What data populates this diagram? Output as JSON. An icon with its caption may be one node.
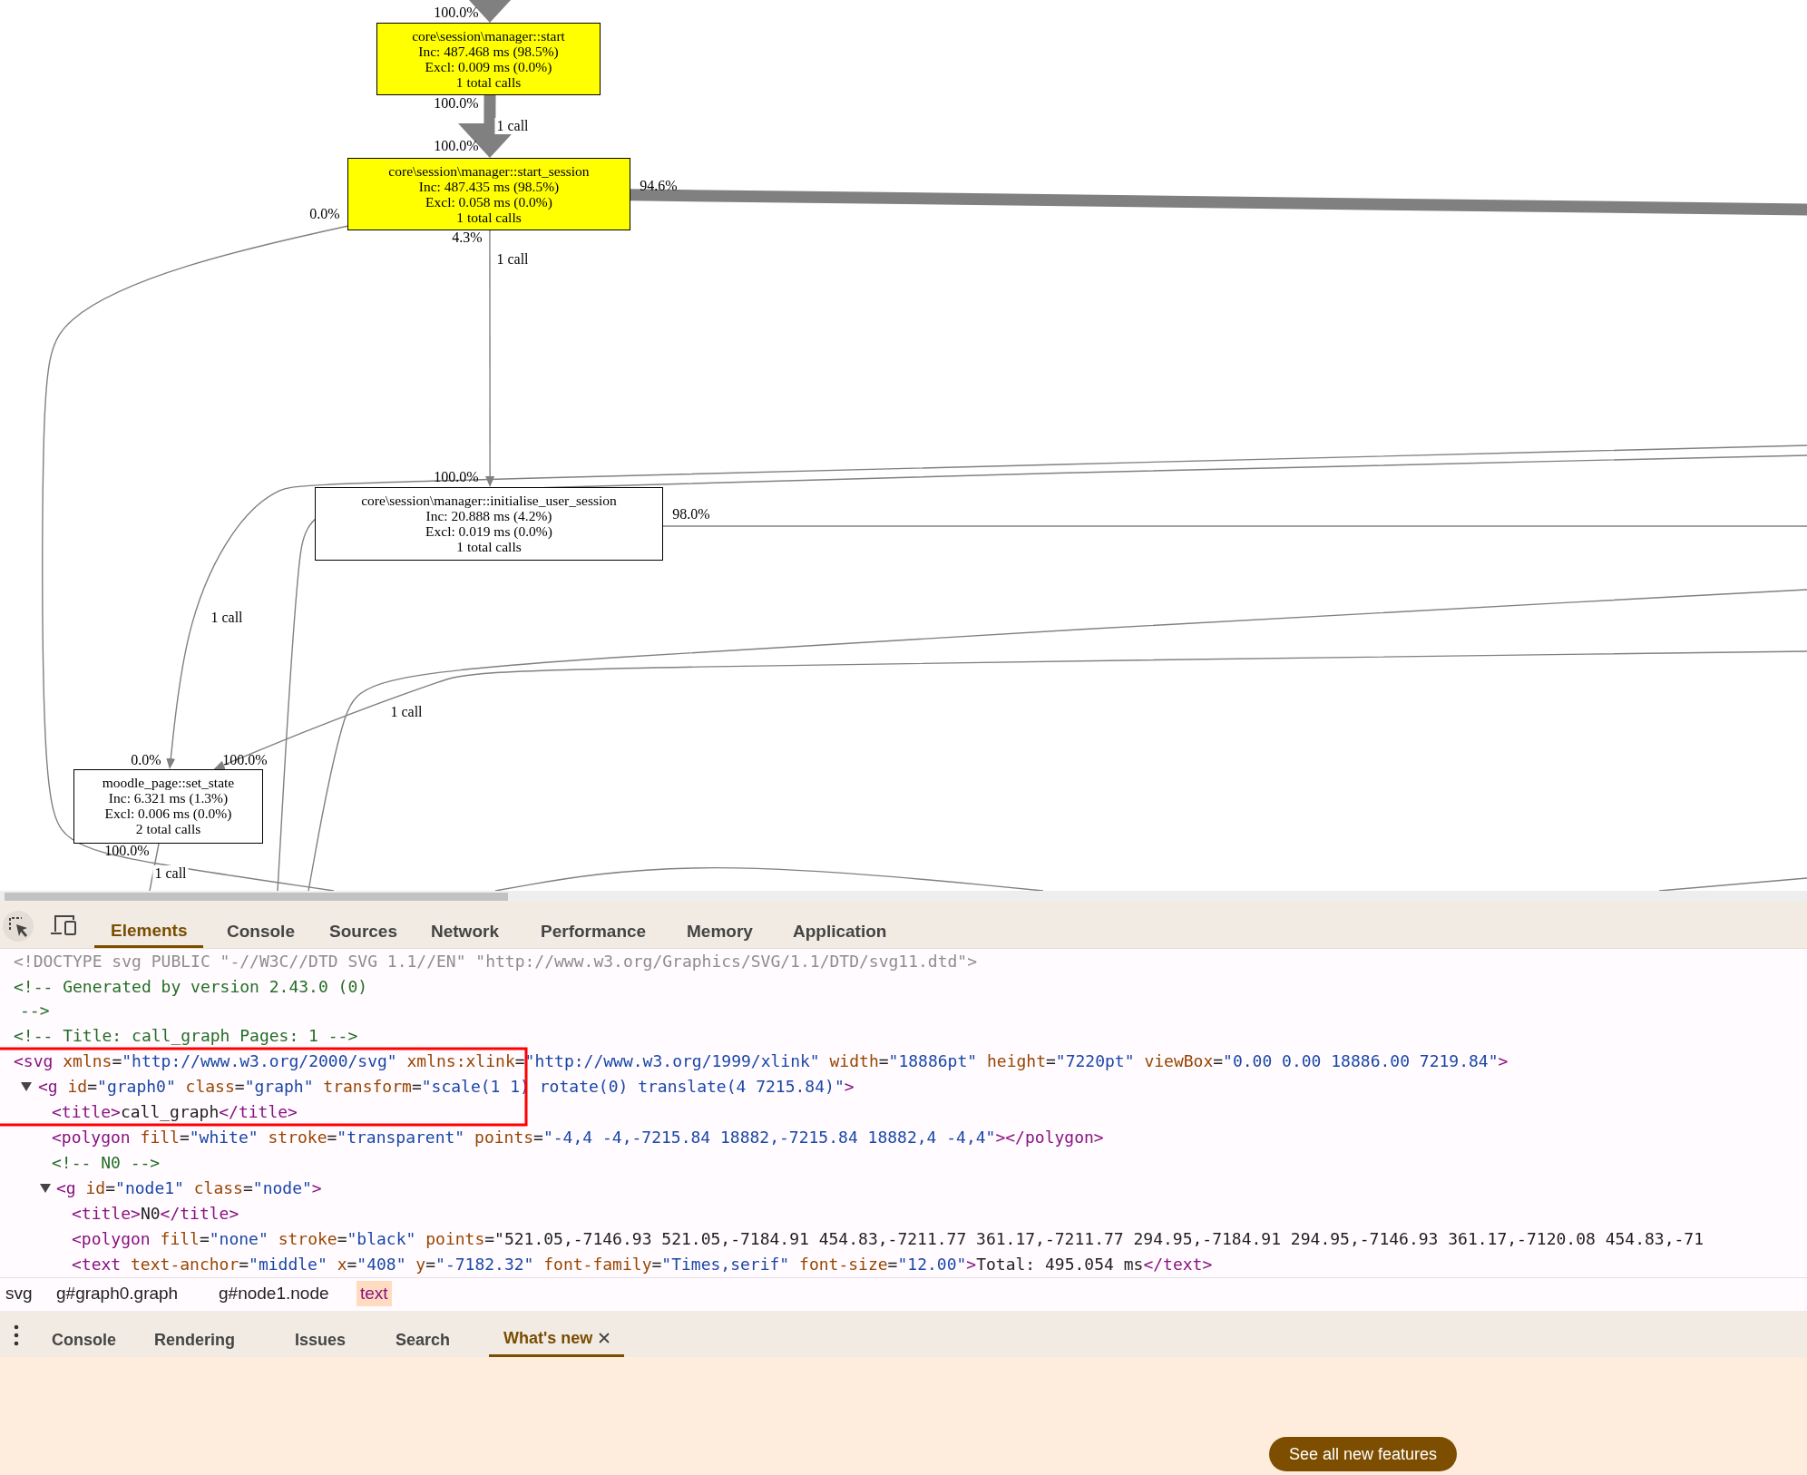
{
  "diagram": {
    "nodes": [
      {
        "text": [
          "core\\session\\manager::start",
          "Inc: 487.468 ms (98.5%)",
          "Excl: 0.009 ms (0.0%)",
          "1 total calls"
        ]
      },
      {
        "text": [
          "core\\session\\manager::start_session",
          "Inc: 487.435 ms (98.5%)",
          "Excl: 0.058 ms (0.0%)",
          "1 total calls"
        ]
      },
      {
        "text": [
          "core\\session\\manager::initialise_user_session",
          "Inc: 20.888 ms (4.2%)",
          "Excl: 0.019 ms (0.0%)",
          "1 total calls"
        ]
      },
      {
        "text": [
          "moodle_page::set_state",
          "Inc: 6.321 ms (1.3%)",
          "Excl: 0.006 ms (0.0%)",
          "2 total calls"
        ]
      }
    ],
    "edges": [
      {
        "from": null,
        "to": 0,
        "arrow": "to",
        "style": "thick"
      },
      {
        "from": 0,
        "to": 1,
        "arrow": "to",
        "style": "thick",
        "label": "1 call"
      },
      {
        "from": 1,
        "to": null,
        "arrow": "none",
        "style": "thick"
      },
      {
        "from": 1,
        "to": 2,
        "arrow": "to",
        "label": "1 call"
      },
      {
        "from": 1,
        "to": null,
        "arrow": "none"
      },
      {
        "from": 2,
        "to": null,
        "arrow": "none"
      },
      {
        "from": null,
        "to": 3,
        "arrow": "to",
        "label": "1 call"
      },
      {
        "from": null,
        "to": 3,
        "arrow": "to",
        "label": "1 call"
      },
      {
        "from": 3,
        "to": null,
        "arrow": "none",
        "label": "1 call"
      }
    ],
    "labels": [
      "100.0%",
      "100.0%",
      "100.0%",
      "94.6%",
      "0.0%",
      "4.3%",
      "100.0%",
      "98.0%",
      "0.0%",
      "100.0%",
      "100.0%",
      "Elements",
      "Console",
      "Sources",
      "Network",
      "Performance",
      "Memory",
      "Application",
      "<!DOCTYPE svg PUBLIC \"-//W3C//DTD SVG 1.1//EN\" \"http://www.w3.org/Graphics/SVG/1.1/DTD/svg11.dtd\">",
      "<!-- Generated by version 2.43.0 (0)",
      "-->",
      "<!-- Title: call_graph Pages: 1 -->",
      "<svg xmlns=\"http://www.w3.org/2000/svg\" xmlns:xlink=\"http://www.w3.org/1999/xlink\" width=\"18886pt\" height=\"7220pt\" viewBox=\"0.00 0.00 18886.00 7219.84\">",
      "<g id=\"graph0\" class=\"graph\" transform=\"scale(1 1) rotate(0) translate(4 7215.84)\">",
      "<title>call_graph</title>",
      "<polygon fill=\"white\" stroke=\"transparent\" points=\"-4,4 -4,-7215.84 18882,-7215.84 18882,4 -4,4\"></polygon>",
      "<!-- N0 -->",
      "<g id=\"node1\" class=\"node\">",
      "<title>N0</title>",
      "<polygon fill=\"none\" stroke=\"black\" points=\"521.05,-7146.93 521.05,-7184.91 454.83,-7211.77 361.17,-7211.77 294.95,-7184.91 294.95,-7146.93 361.17,-7120.08 454.83,-71",
      "<text text-anchor=\"middle\" x=\"408\" y=\"-7182.32\" font-family=\"Times,serif\" font-size=\"12.00\">Total: 495.054 ms</text>",
      "svg",
      "g#graph0.graph",
      "g#node1.node",
      "text",
      "Console",
      "Rendering",
      "Issues",
      "Search",
      "What's new",
      "See all new features"
    ]
  }
}
